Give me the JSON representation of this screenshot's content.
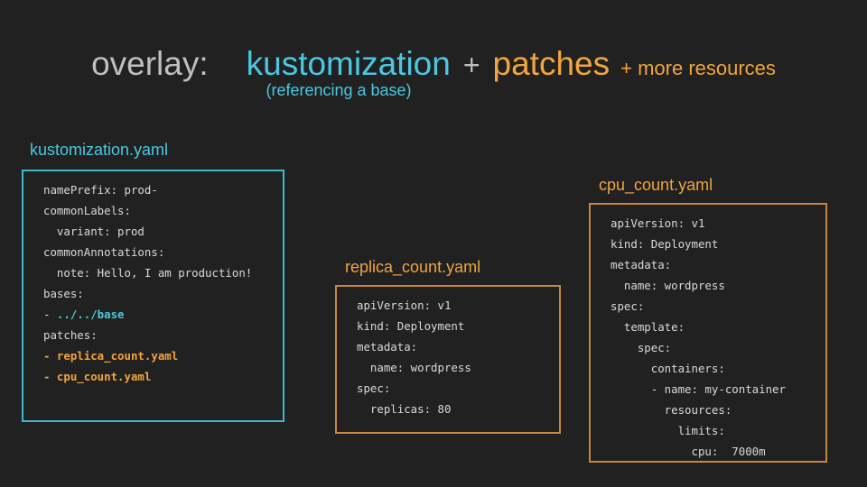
{
  "colors": {
    "background": "#212121",
    "cyan": "#4ac8e1",
    "cyan_border": "#43b7cc",
    "orange": "#f2a43e",
    "orange_border": "#c5863e",
    "title_gray": "#bfbfbf",
    "code_text": "#d9d9d9"
  },
  "title": {
    "overlay": "overlay:",
    "kustomization": "kustomization",
    "plus": "+",
    "patches": "patches",
    "more_resources": "+ more resources",
    "subtitle": "(referencing a base)"
  },
  "panels": [
    {
      "label": "kustomization.yaml",
      "accent": "cyan",
      "lines": [
        [
          {
            "t": "namePrefix: prod-",
            "s": "plain"
          }
        ],
        [
          {
            "t": "commonLabels:",
            "s": "plain"
          }
        ],
        [
          {
            "t": "  variant: prod",
            "s": "plain"
          }
        ],
        [
          {
            "t": "commonAnnotations:",
            "s": "plain"
          }
        ],
        [
          {
            "t": "  note: Hello, I am production!",
            "s": "plain"
          }
        ],
        [
          {
            "t": "bases:",
            "s": "plain"
          }
        ],
        [
          {
            "t": "- ",
            "s": "plain"
          },
          {
            "t": "../../base",
            "s": "cyan-bold"
          }
        ],
        [
          {
            "t": "patches:",
            "s": "plain"
          }
        ],
        [
          {
            "t": "- replica_count.yaml",
            "s": "orange-bold"
          }
        ],
        [
          {
            "t": "- cpu_count.yaml",
            "s": "orange-bold"
          }
        ]
      ]
    },
    {
      "label": "replica_count.yaml",
      "accent": "orange",
      "lines": [
        [
          {
            "t": "apiVersion: v1",
            "s": "plain"
          }
        ],
        [
          {
            "t": "kind: Deployment",
            "s": "plain"
          }
        ],
        [
          {
            "t": "metadata:",
            "s": "plain"
          }
        ],
        [
          {
            "t": "  name: wordpress",
            "s": "plain"
          }
        ],
        [
          {
            "t": "spec:",
            "s": "plain"
          }
        ],
        [
          {
            "t": "  replicas: 80",
            "s": "plain"
          }
        ]
      ]
    },
    {
      "label": "cpu_count.yaml",
      "accent": "orange",
      "lines": [
        [
          {
            "t": "apiVersion: v1",
            "s": "plain"
          }
        ],
        [
          {
            "t": "kind: Deployment",
            "s": "plain"
          }
        ],
        [
          {
            "t": "metadata:",
            "s": "plain"
          }
        ],
        [
          {
            "t": "  name: wordpress",
            "s": "plain"
          }
        ],
        [
          {
            "t": "spec:",
            "s": "plain"
          }
        ],
        [
          {
            "t": "  template:",
            "s": "plain"
          }
        ],
        [
          {
            "t": "    spec:",
            "s": "plain"
          }
        ],
        [
          {
            "t": "      containers:",
            "s": "plain"
          }
        ],
        [
          {
            "t": "      - name: my-container",
            "s": "plain"
          }
        ],
        [
          {
            "t": "        resources:",
            "s": "plain"
          }
        ],
        [
          {
            "t": "          limits:",
            "s": "plain"
          }
        ],
        [
          {
            "t": "            cpu:  7000m",
            "s": "plain"
          }
        ]
      ]
    }
  ]
}
